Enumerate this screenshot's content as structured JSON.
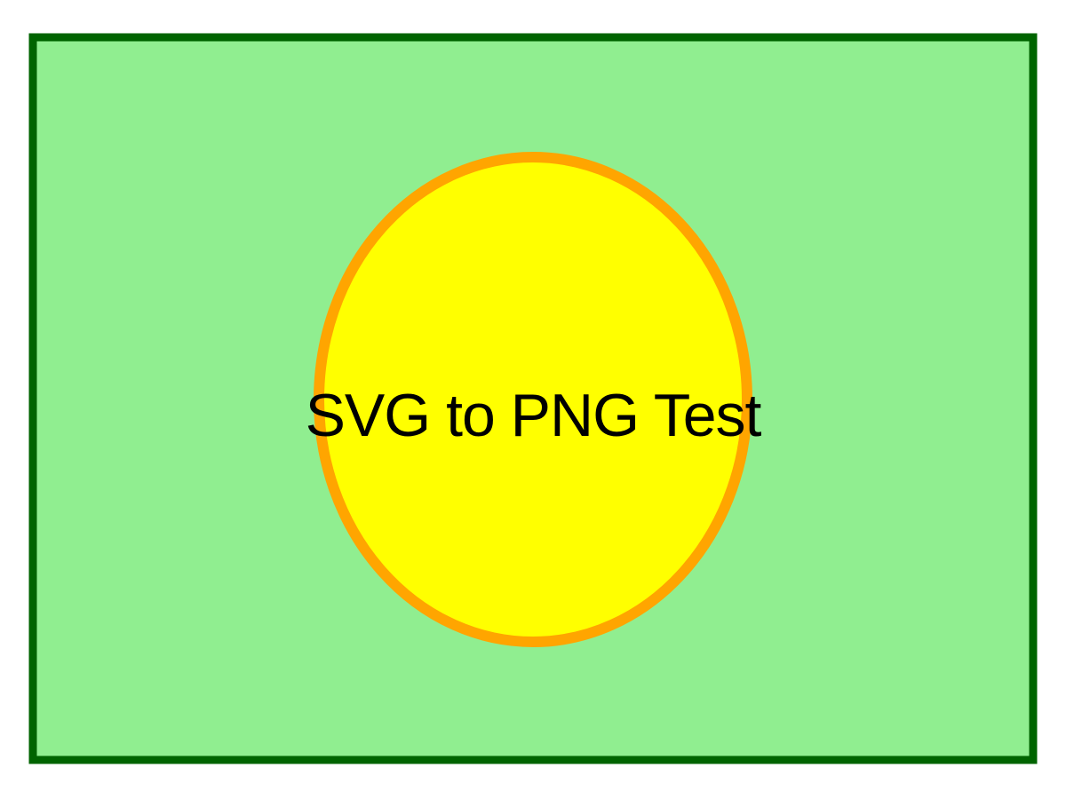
{
  "scene": {
    "caption": "SVG to PNG Test"
  },
  "colors": {
    "background": "#ffffff",
    "rect_fill": "#90ee90",
    "rect_stroke": "#006400",
    "ellipse_fill": "#ffff00",
    "ellipse_stroke": "#ffa500",
    "text": "#000000"
  },
  "shapes": {
    "rectangle": "green-rectangle",
    "ellipse": "yellow-ellipse"
  }
}
